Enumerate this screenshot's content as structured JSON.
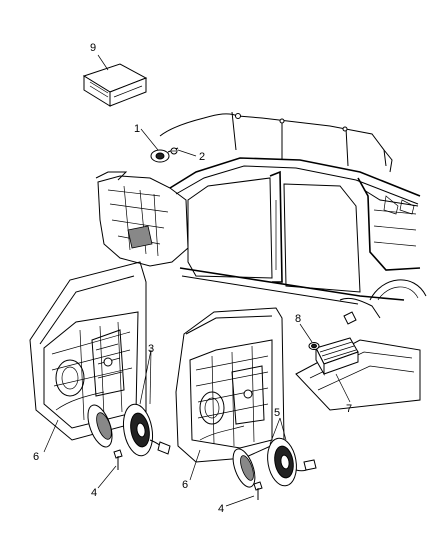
{
  "callouts": {
    "c1": "1",
    "c2": "2",
    "c3": "3",
    "c4a": "4",
    "c4b": "4",
    "c5": "5",
    "c6a": "6",
    "c6b": "6",
    "c7": "7",
    "c8": "8",
    "c9": "9"
  }
}
